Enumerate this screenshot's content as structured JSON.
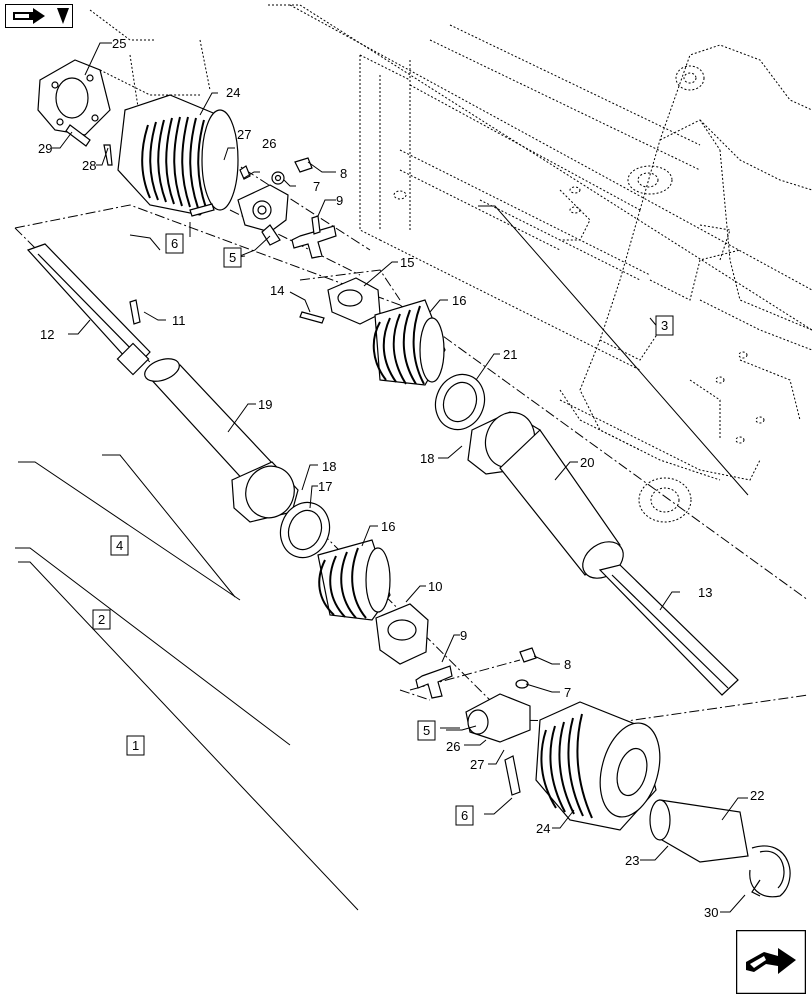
{
  "navigation": {
    "prev_icon": "folded-arrow-back-icon",
    "next_icon": "folded-arrow-forward-icon"
  },
  "callouts": [
    {
      "id": "c25",
      "text": "25"
    },
    {
      "id": "c24",
      "text": "24"
    },
    {
      "id": "c29",
      "text": "29"
    },
    {
      "id": "c28",
      "text": "28"
    },
    {
      "id": "c27a",
      "text": "27"
    },
    {
      "id": "c26a",
      "text": "26"
    },
    {
      "id": "c8a",
      "text": "8"
    },
    {
      "id": "c7a",
      "text": "7"
    },
    {
      "id": "c9a",
      "text": "9"
    },
    {
      "id": "c15",
      "text": "15"
    },
    {
      "id": "c14",
      "text": "14"
    },
    {
      "id": "c16a",
      "text": "16"
    },
    {
      "id": "c12",
      "text": "12"
    },
    {
      "id": "c11",
      "text": "11"
    },
    {
      "id": "c21",
      "text": "21"
    },
    {
      "id": "c19",
      "text": "19"
    },
    {
      "id": "c18a",
      "text": "18"
    },
    {
      "id": "c18b",
      "text": "18"
    },
    {
      "id": "c17",
      "text": "17"
    },
    {
      "id": "c20",
      "text": "20"
    },
    {
      "id": "c16b",
      "text": "16"
    },
    {
      "id": "c10",
      "text": "10"
    },
    {
      "id": "c13",
      "text": "13"
    },
    {
      "id": "c9b",
      "text": "9"
    },
    {
      "id": "c8b",
      "text": "8"
    },
    {
      "id": "c7b",
      "text": "7"
    },
    {
      "id": "c26b",
      "text": "26"
    },
    {
      "id": "c27b",
      "text": "27"
    },
    {
      "id": "c22",
      "text": "22"
    },
    {
      "id": "c24b",
      "text": "24"
    },
    {
      "id": "c23",
      "text": "23"
    },
    {
      "id": "c30",
      "text": "30"
    }
  ],
  "boxed_labels": [
    {
      "id": "b6a",
      "text": "6"
    },
    {
      "id": "b5a",
      "text": "5"
    },
    {
      "id": "b3",
      "text": "3"
    },
    {
      "id": "b4",
      "text": "4"
    },
    {
      "id": "b2",
      "text": "2"
    },
    {
      "id": "b1",
      "text": "1"
    },
    {
      "id": "b5b",
      "text": "5"
    },
    {
      "id": "b6b",
      "text": "6"
    }
  ]
}
